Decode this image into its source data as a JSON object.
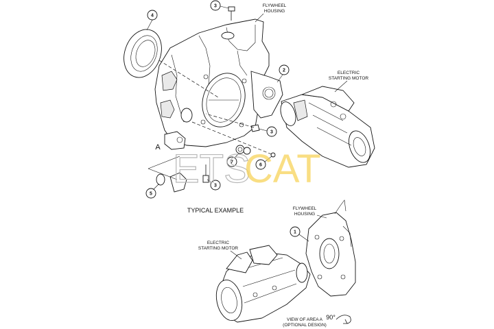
{
  "callouts": {
    "c1": "1",
    "c2": "2",
    "c3a": "3",
    "c3b": "3",
    "c3c": "3",
    "c4": "4",
    "c5": "5",
    "c6": "6",
    "c7": "7"
  },
  "labels": {
    "flywheel_housing_top_1": "FLYWHEEL",
    "flywheel_housing_top_2": "HOUSING",
    "electric_starting_motor_top_1": "ELECTRIC",
    "electric_starting_motor_top_2": "STARTING MOTOR",
    "area_letter": "A",
    "typical_example": "TYPICAL EXAMPLE",
    "flywheel_housing_bottom_1": "FLYWHEEL",
    "flywheel_housing_bottom_2": "HOUSING",
    "electric_starting_motor_bottom_1": "ELECTRIC",
    "electric_starting_motor_bottom_2": "STARTING MOTOR",
    "view_area_1": "VIEW OF AREA A",
    "view_area_2": "(OPTIONAL DESIGN)",
    "rotation": "90°"
  },
  "watermark": {
    "left": "ETS",
    "right": "CAT",
    "colors": {
      "left": "#b7b7b7",
      "right": "#f7d35a"
    }
  }
}
